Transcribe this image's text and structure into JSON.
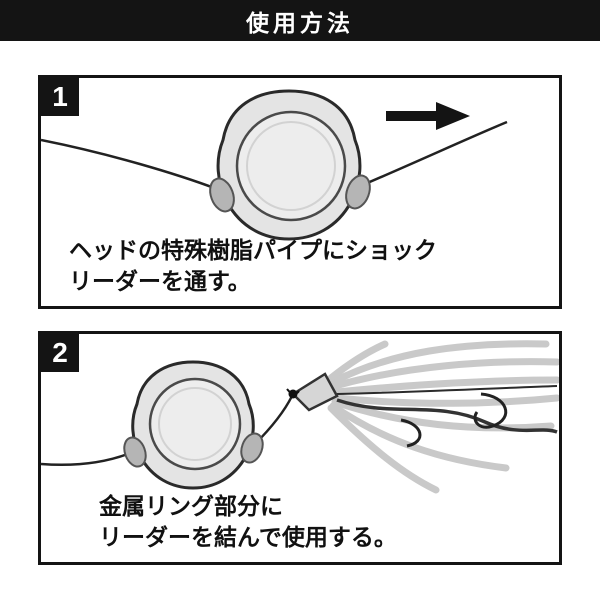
{
  "header": {
    "title": "使用方法"
  },
  "steps": [
    {
      "number": "1",
      "caption_line1": "ヘッドの特殊樹脂パイプにショック",
      "caption_line2": "リーダーを通す。"
    },
    {
      "number": "2",
      "caption_line1": "金属リング部分に",
      "caption_line2": "リーダーを結んで使用する。"
    }
  ],
  "colors": {
    "ink": "#141414",
    "head_fill": "#e4e4e4",
    "head_face_fill": "#ededed",
    "pipe_fill": "#b5b5b5",
    "skirt": "#c9c9c9"
  },
  "icons": {
    "direction_arrow": "arrow-right"
  }
}
